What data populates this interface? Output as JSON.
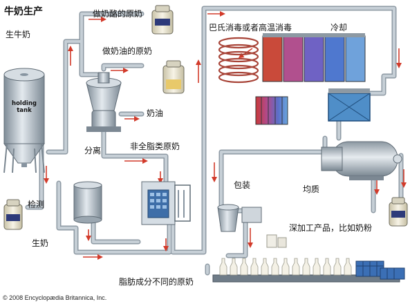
{
  "title": "牛奶生产",
  "labels": {
    "raw_milk": "生牛奶",
    "yogurt_milk": "做奶酪的原奶",
    "butter_milk": "做奶油的原奶",
    "cream": "奶油",
    "separation": "分离",
    "nonfat_milk": "非全脂类原奶",
    "inspection": "检测",
    "fresh_milk": "生奶",
    "varied_fat": "脂肪成分不同的原奶",
    "pasteurize": "巴氏消毒或者高温消毒",
    "cooling": "冷却",
    "packaging": "包装",
    "homogenize": "均质",
    "deep_processing": "深加工产品，比如奶粉"
  },
  "tank_label": [
    "holding",
    "tank"
  ],
  "copyright": "© 2008 Encyclopædia Britannica, Inc.",
  "colors": {
    "pipe": "#b9c3cb",
    "pipe_edge": "#8d99a3",
    "arrow": "#d23a2a",
    "steel": "#a9b5bf",
    "frame": "#2a6fb0"
  },
  "icons": [
    "milk-bottle-icon",
    "flow-arrow-icon",
    "crate-icon"
  ]
}
